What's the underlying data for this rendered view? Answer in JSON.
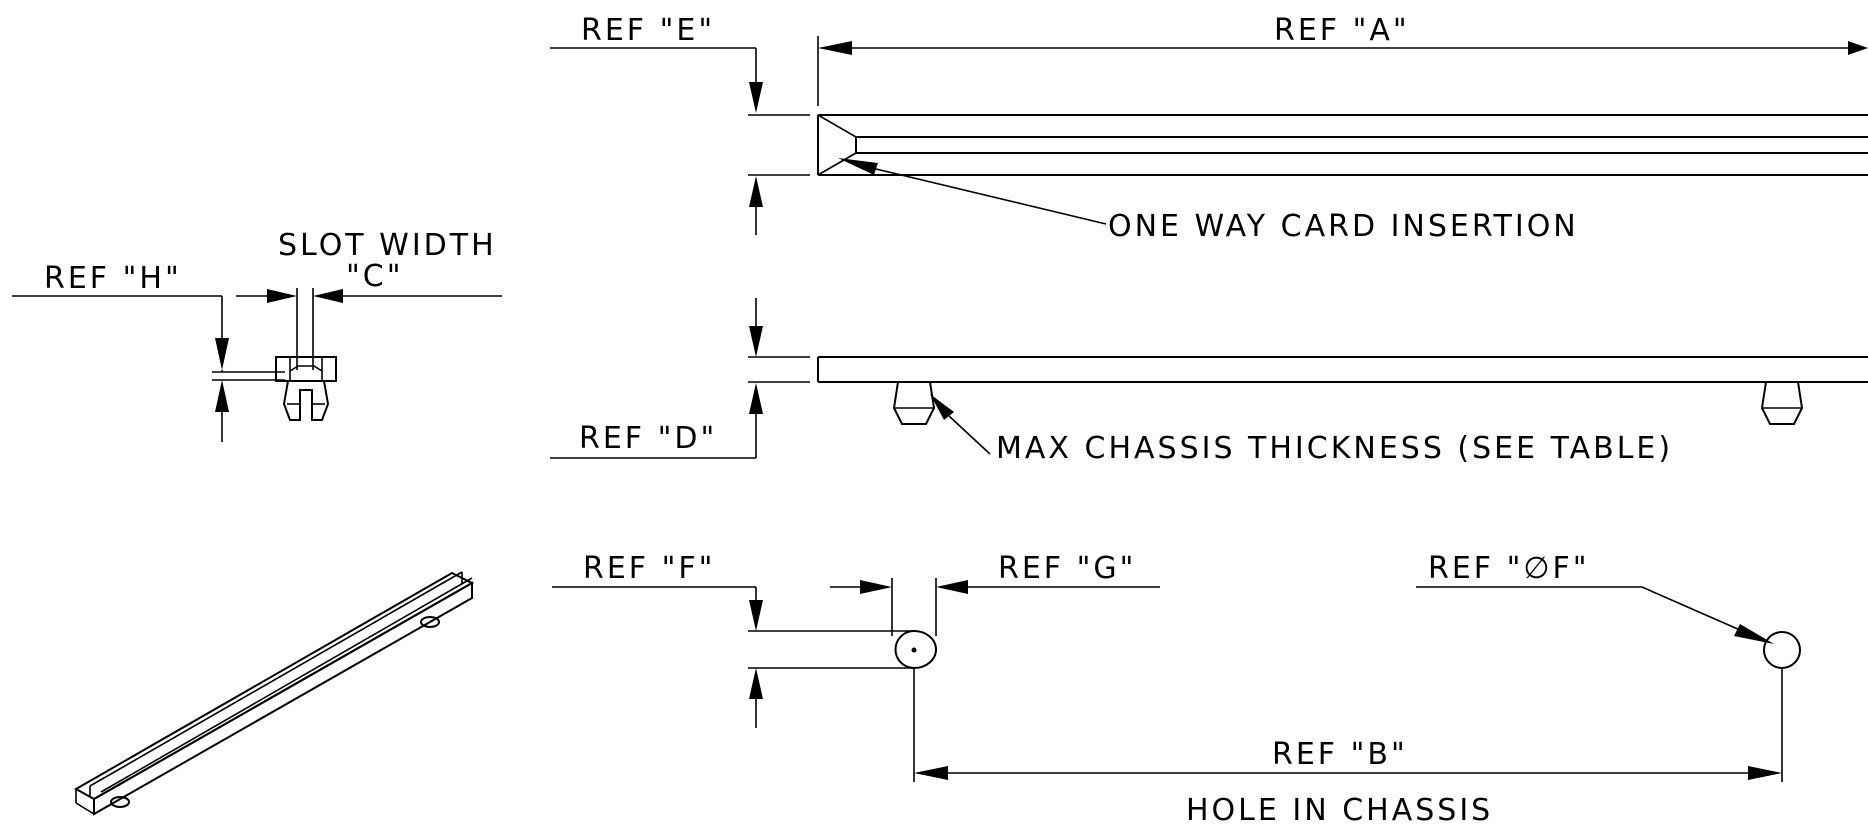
{
  "labels": {
    "ref_a": "REF \"A\"",
    "ref_b": "REF \"B\"",
    "ref_d": "REF \"D\"",
    "ref_e": "REF \"E\"",
    "ref_f": "REF \"F\"",
    "ref_g": "REF \"G\"",
    "ref_h": "REF \"H\"",
    "ref_dia_f": "REF \"∅F\"",
    "slot_width": "SLOT WIDTH",
    "slot_c": "\"C\"",
    "one_way": "ONE WAY CARD INSERTION",
    "max_chassis": "MAX CHASSIS THICKNESS (SEE TABLE)",
    "hole": "HOLE IN CHASSIS"
  }
}
